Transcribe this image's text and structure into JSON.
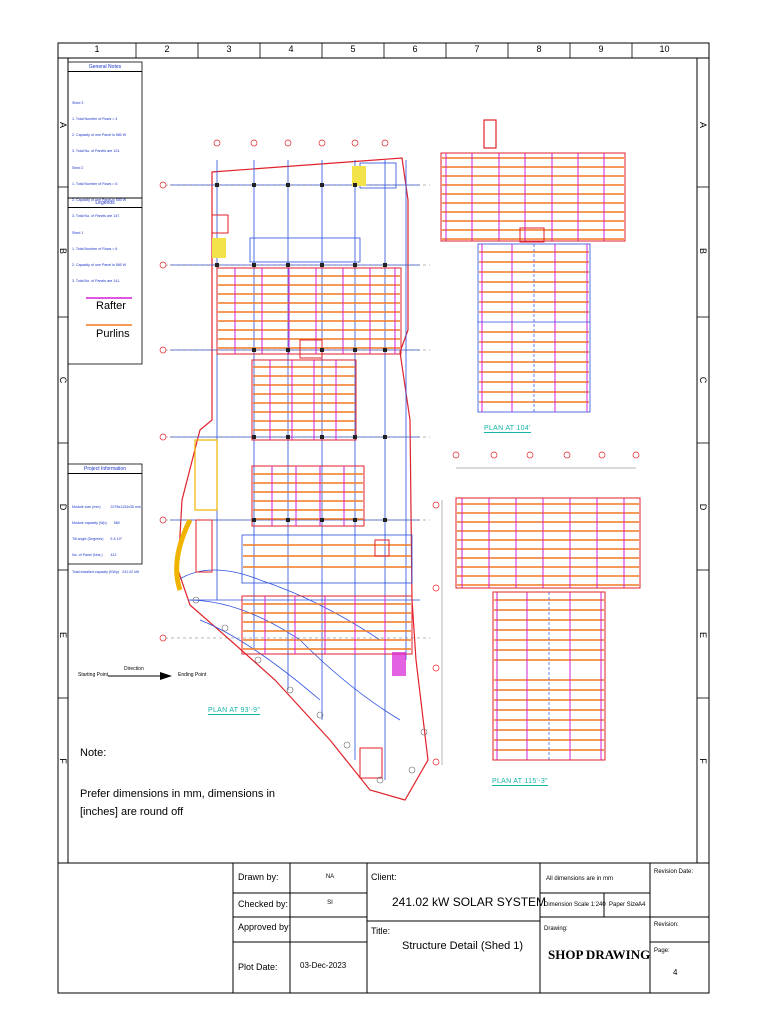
{
  "grid": {
    "columns": [
      "1",
      "2",
      "3",
      "4",
      "5",
      "6",
      "7",
      "8",
      "9",
      "10"
    ],
    "rows_left": [
      "A",
      "B",
      "C",
      "D",
      "E",
      "F"
    ],
    "rows_right": [
      "A",
      "B",
      "C",
      "D",
      "E",
      "F"
    ]
  },
  "general_notes": {
    "title": "General Notes",
    "lines": [
      "Shed 3",
      "1. Total Number of Rows = 4",
      "2. Capacity of one Panel is 580 W",
      "3. Total No. of Panels are 124.",
      "Shed 2",
      "1. Total Number of Rows = 6",
      "2. Capacity of one Panel is 580 W",
      "3. Total No. of Panels are 147.",
      "Shed 1",
      "1. Total Number of Rows = 6",
      "2. Capacity of one Panel is 580 W",
      "3. Total No. of Panels are 141."
    ]
  },
  "legends": {
    "title": "Legends",
    "rafter_label": "Rafter",
    "purlins_label": "Purlins",
    "rafter_color": "#d61fd6",
    "purlins_color": "#f07a22"
  },
  "project_info": {
    "title": "Project Information",
    "lines": [
      "Module size (mm)          2278x1134x35 mm",
      "Module capacity (Wp)       580",
      "Tilt angle (Degrees)       9 & 10°",
      "No. of Panel (Nos.)        412",
      "Total installed capacity (KWp)   241.02 kW"
    ]
  },
  "direction": {
    "start": "Starting Point",
    "label": "Direction",
    "end": "Ending Point"
  },
  "plans": {
    "main": "PLAN AT 93'-9\"",
    "top_right": "PLAN AT 104'",
    "bottom_right": "PLAN AT 115'-3\""
  },
  "note": {
    "title": "Note:",
    "text_line1": "Prefer dimensions in mm, dimensions in",
    "text_line2": "[inches] are round off"
  },
  "title_block": {
    "drawn_by_label": "Drawn by:",
    "drawn_by": "NA",
    "checked_by_label": "Checked by:",
    "checked_by": "SI",
    "approved_by_label": "Approved by:",
    "plot_date_label": "Plot Date:",
    "plot_date": "03-Dec-2023",
    "client_label": "Client:",
    "client": "241.02 kW SOLAR SYSTEM",
    "title_label": "Title:",
    "title": "Structure Detail (Shed 1)",
    "dims_note": "All dimensions are in mm",
    "scale": "Dimension Scale 1:240",
    "paper_size_label": "Paper Size:",
    "paper_size": "A4",
    "drawing_label": "Drawing:",
    "drawing": "SHOP DRAWING",
    "revision_date_label": "Revision Date:",
    "revision_label": "Revision:",
    "page_label": "Page:",
    "page": "4"
  }
}
